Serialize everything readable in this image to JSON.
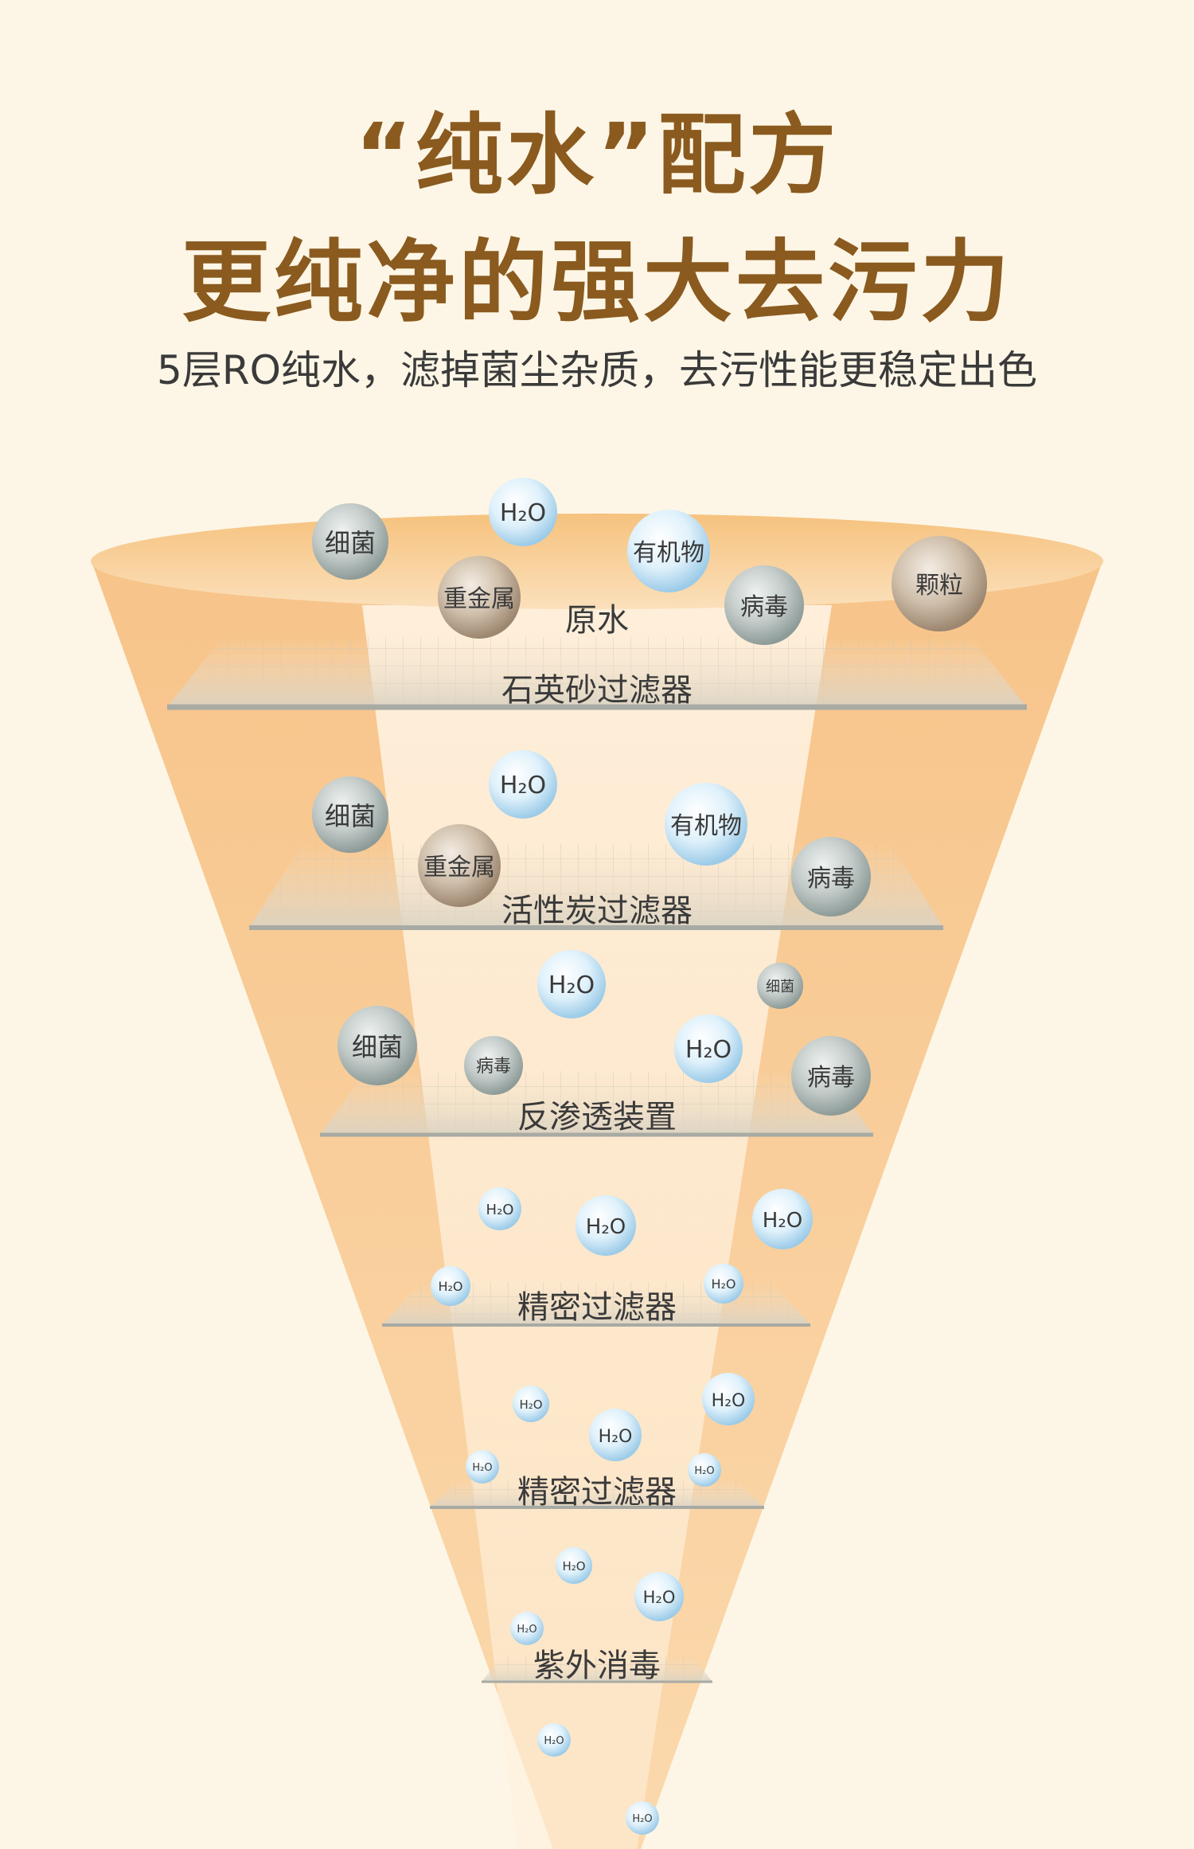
{
  "header": {
    "title_line1": "“纯水”配方",
    "title_line2": "更纯净的强大去污力",
    "subtitle": "5层RO纯水，滤掉菌尘杂质，去污性能更稳定出色"
  },
  "stages": [
    {
      "label": "原水"
    },
    {
      "label": "石英砂过滤器"
    },
    {
      "label": "活性炭过滤器"
    },
    {
      "label": "反渗透装置"
    },
    {
      "label": "精密过滤器"
    },
    {
      "label": "精密过滤器"
    },
    {
      "label": "紫外消毒"
    }
  ],
  "particles": {
    "bacteria": "细菌",
    "water": "H₂O",
    "organic": "有机物",
    "heavy_metal": "重金属",
    "virus": "病毒",
    "particle": "颗粒"
  },
  "colors": {
    "title": "#8a5a1f",
    "background": "#fdf6e6",
    "funnel": "#f9cf9b",
    "bubble_blue": "#bfe2f5",
    "bubble_gray": "#a9b4b2",
    "bubble_tan": "#bba38a"
  }
}
